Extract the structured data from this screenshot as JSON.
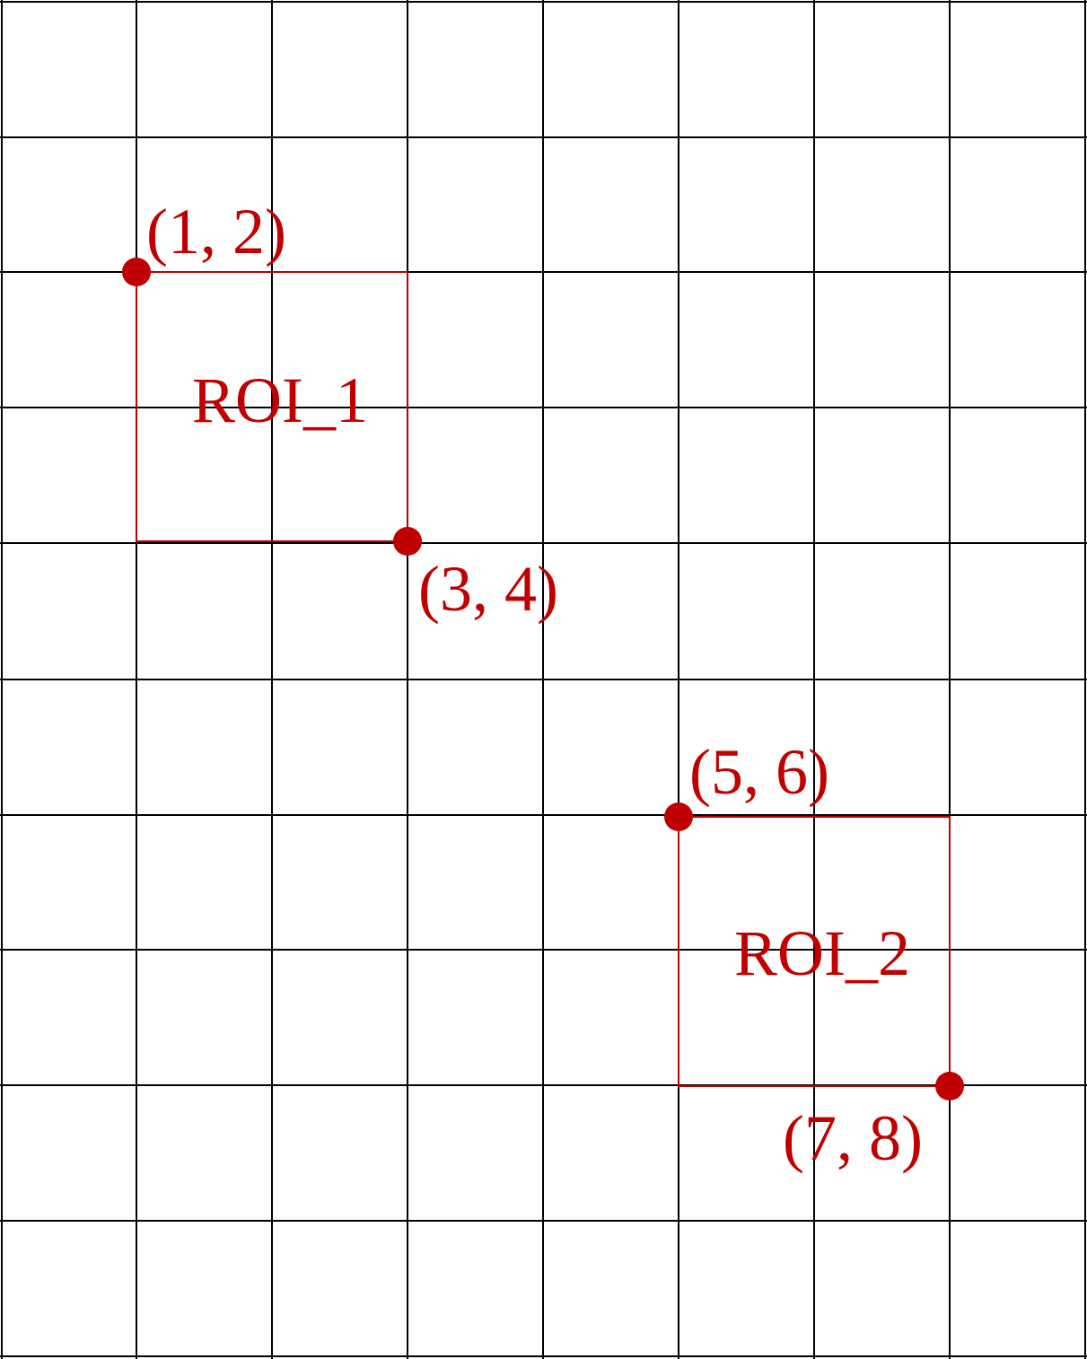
{
  "colors": {
    "grid": "#000000",
    "roi": "#c00000",
    "background": "#ffffff"
  },
  "regions": [
    {
      "label": "ROI_1",
      "top_left": {
        "label": "(1, 2)"
      },
      "bottom_right": {
        "label": "(3, 4)"
      }
    },
    {
      "label": "ROI_2",
      "top_left": {
        "label": "(5, 6)"
      },
      "bottom_right": {
        "label": "(7, 8)"
      }
    }
  ]
}
